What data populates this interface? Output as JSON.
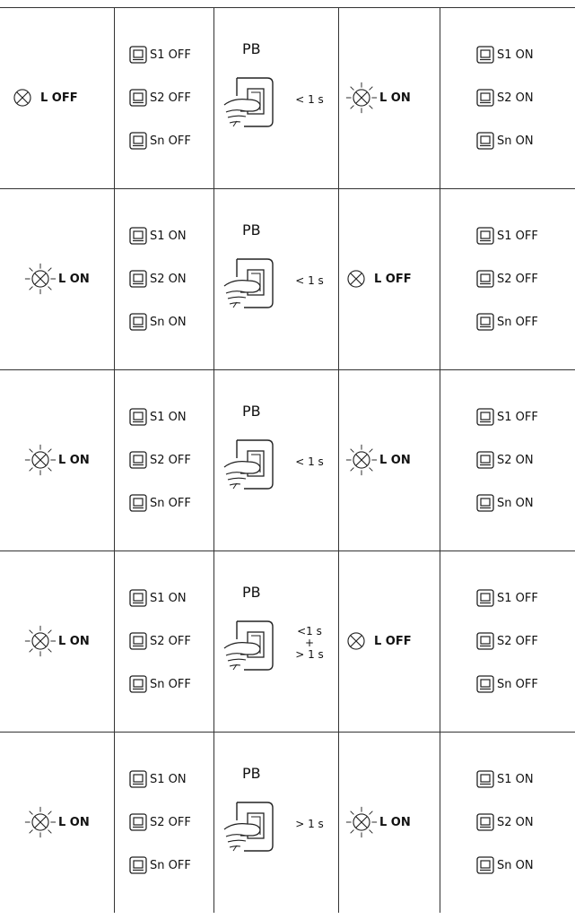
{
  "rows": [
    {
      "before_lamp": {
        "state": "off",
        "label": "L OFF"
      },
      "before_switches": [
        "S1 OFF",
        "S2 OFF",
        "Sn OFF"
      ],
      "pb_label": "PB",
      "pb_duration": [
        "< 1 s"
      ],
      "after_lamp": {
        "state": "on",
        "label": "L ON"
      },
      "after_switches": [
        "S1 ON",
        "S2 ON",
        "Sn ON"
      ]
    },
    {
      "before_lamp": {
        "state": "on",
        "label": "L ON"
      },
      "before_switches": [
        "S1 ON",
        "S2 ON",
        "Sn ON"
      ],
      "pb_label": "PB",
      "pb_duration": [
        "< 1 s"
      ],
      "after_lamp": {
        "state": "off",
        "label": "L OFF"
      },
      "after_switches": [
        "S1 OFF",
        "S2 OFF",
        "Sn OFF"
      ]
    },
    {
      "before_lamp": {
        "state": "on",
        "label": "L ON"
      },
      "before_switches": [
        "S1 ON",
        "S2 OFF",
        "Sn OFF"
      ],
      "pb_label": "PB",
      "pb_duration": [
        "< 1 s"
      ],
      "after_lamp": {
        "state": "on",
        "label": "L ON"
      },
      "after_switches": [
        "S1 OFF",
        "S2 ON",
        "Sn ON"
      ]
    },
    {
      "before_lamp": {
        "state": "on",
        "label": "L ON"
      },
      "before_switches": [
        "S1 ON",
        "S2 OFF",
        "Sn OFF"
      ],
      "pb_label": "PB",
      "pb_duration": [
        "<1 s",
        "+",
        "> 1 s"
      ],
      "after_lamp": {
        "state": "off",
        "label": "L OFF"
      },
      "after_switches": [
        "S1 OFF",
        "S2 OFF",
        "Sn OFF"
      ]
    },
    {
      "before_lamp": {
        "state": "on",
        "label": "L ON"
      },
      "before_switches": [
        "S1 ON",
        "S2 OFF",
        "Sn OFF"
      ],
      "pb_label": "PB",
      "pb_duration": [
        "> 1 s"
      ],
      "after_lamp": {
        "state": "on",
        "label": "L ON"
      },
      "after_switches": [
        "S1 ON",
        "S2 ON",
        "Sn ON"
      ]
    }
  ],
  "icons": {
    "lamp": "lamp-icon",
    "switch": "switch-icon",
    "pushbutton": "pushbutton-hand-icon"
  }
}
